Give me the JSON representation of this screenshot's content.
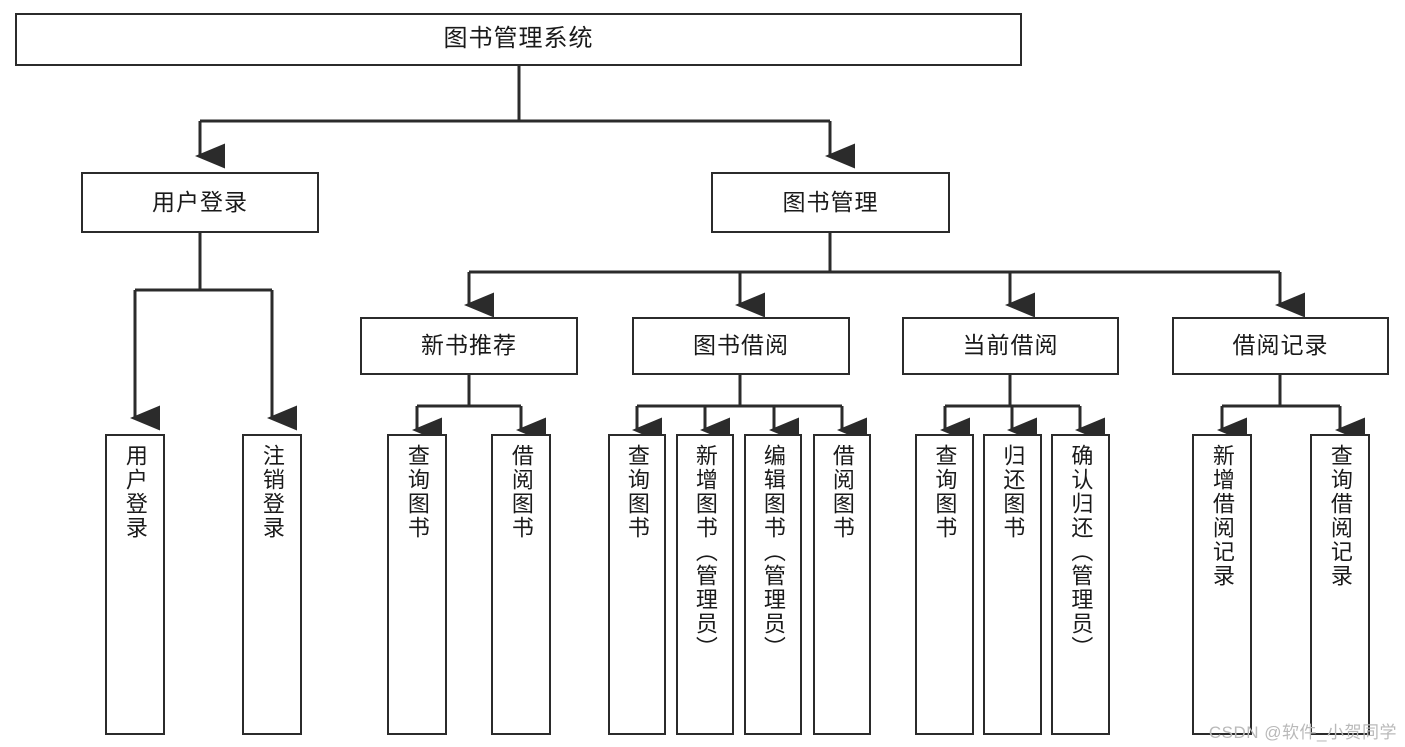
{
  "diagram": {
    "title": "图书管理系统",
    "type": "tree-diagram",
    "watermark": "CSDN @软件_小贺同学",
    "colors": {
      "stroke": "#2b2b2b",
      "fill": "#ffffff",
      "text": "#1a1a1a",
      "watermark": "#b9b9b9"
    },
    "nodes": {
      "root": {
        "label": "图书管理系统"
      },
      "level2": [
        {
          "label": "用户登录"
        },
        {
          "label": "图书管理"
        }
      ],
      "level3": [
        {
          "label": "新书推荐"
        },
        {
          "label": "图书借阅"
        },
        {
          "label": "当前借阅"
        },
        {
          "label": "借阅记录"
        }
      ],
      "leaves": {
        "user_login": [
          {
            "label": "用户登录"
          },
          {
            "label": "注销登录"
          }
        ],
        "new_book": [
          {
            "label": "查询图书"
          },
          {
            "label": "借阅图书"
          }
        ],
        "book_borrow": [
          {
            "label": "查询图书"
          },
          {
            "label": "新增图书（管理员）"
          },
          {
            "label": "编辑图书（管理员）"
          },
          {
            "label": "借阅图书"
          }
        ],
        "current_borrow": [
          {
            "label": "查询图书"
          },
          {
            "label": "归还图书"
          },
          {
            "label": "确认归还（管理员）"
          }
        ],
        "borrow_record": [
          {
            "label": "新增借阅记录"
          },
          {
            "label": "查询借阅记录"
          }
        ]
      }
    }
  }
}
